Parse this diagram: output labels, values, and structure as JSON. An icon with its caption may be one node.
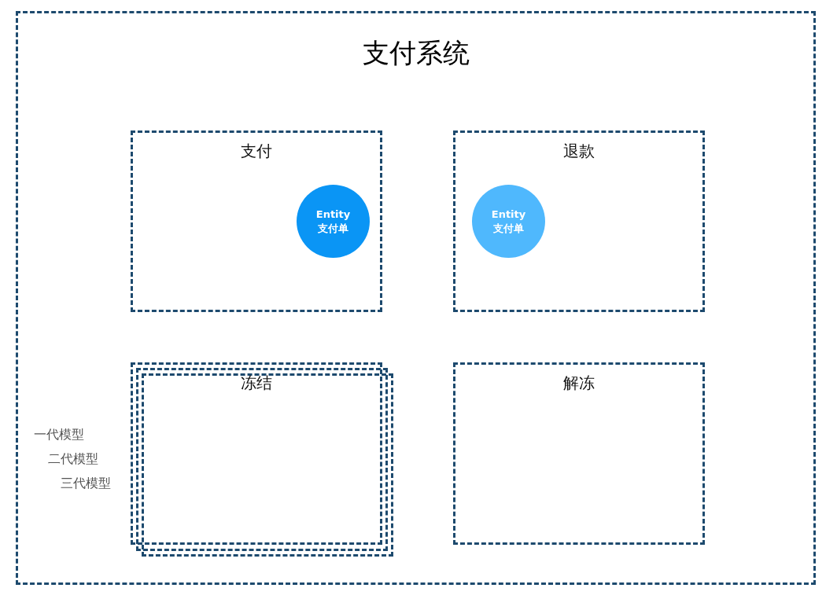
{
  "diagram": {
    "nodes": [
      {
        "text": [
          "支付系统"
        ]
      },
      {
        "text": [
          "支付"
        ],
        "in": 0
      },
      {
        "text": [
          "Entity 支付单"
        ],
        "in": 1
      },
      {
        "text": [
          "退款"
        ],
        "in": 0
      },
      {
        "text": [
          "Entity 支付单"
        ],
        "in": 3
      },
      {
        "text": [
          "冻结"
        ],
        "in": 0
      },
      {
        "text": [],
        "shape": "box",
        "in": 0
      },
      {
        "text": [],
        "shape": "box",
        "in": 0
      },
      {
        "text": [
          "解冻"
        ],
        "in": 0
      }
    ],
    "labels": [
      "一代模型",
      "二代模型",
      "三代模型"
    ]
  }
}
